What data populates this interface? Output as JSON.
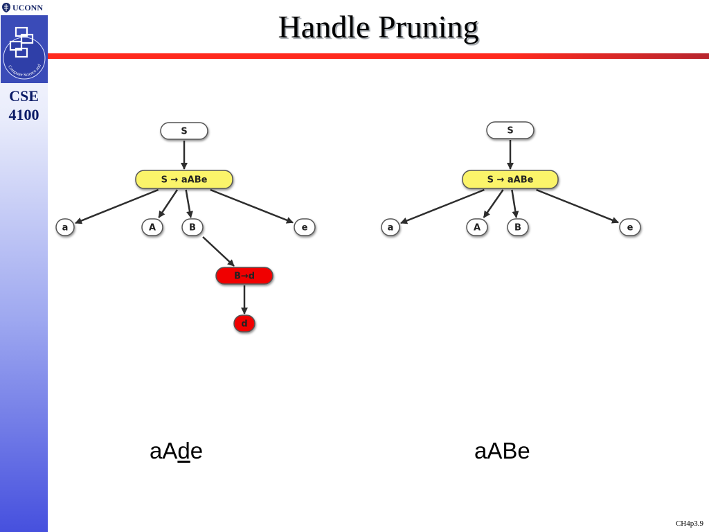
{
  "branding": {
    "university": "UCONN",
    "course_line1": "CSE",
    "course_line2": "4100",
    "emblem_text": "Computer Science and Engineering"
  },
  "slide": {
    "title": "Handle Pruning",
    "number": "CH4p3.9"
  },
  "colors": {
    "title_rule": "#ff2a1e",
    "node_default": "#ffffff",
    "node_production": "#fbf46a",
    "node_pruned": "#f00000",
    "pruned_leaf_text": "#6a5aff"
  },
  "trees": [
    {
      "nodes": [
        {
          "id": "S",
          "label": "S"
        },
        {
          "id": "P1",
          "label": "S → aABe"
        },
        {
          "id": "a",
          "label": "a"
        },
        {
          "id": "A",
          "label": "A"
        },
        {
          "id": "B",
          "label": "B"
        },
        {
          "id": "e",
          "label": "e"
        },
        {
          "id": "P2",
          "label": "B→d"
        },
        {
          "id": "d",
          "label": "d"
        }
      ],
      "edges": [
        [
          "S",
          "P1"
        ],
        [
          "P1",
          "a"
        ],
        [
          "P1",
          "A"
        ],
        [
          "P1",
          "B"
        ],
        [
          "P1",
          "e"
        ],
        [
          "B",
          "P2"
        ],
        [
          "P2",
          "d"
        ]
      ],
      "caption": {
        "before": "aA",
        "handle": "d",
        "after": "e"
      }
    },
    {
      "nodes": [
        {
          "id": "S",
          "label": "S"
        },
        {
          "id": "P1",
          "label": "S → aABe"
        },
        {
          "id": "a",
          "label": "a"
        },
        {
          "id": "A",
          "label": "A"
        },
        {
          "id": "B",
          "label": "B"
        },
        {
          "id": "e",
          "label": "e"
        }
      ],
      "edges": [
        [
          "S",
          "P1"
        ],
        [
          "P1",
          "a"
        ],
        [
          "P1",
          "A"
        ],
        [
          "P1",
          "B"
        ],
        [
          "P1",
          "e"
        ]
      ],
      "caption": {
        "before": "aABe",
        "handle": "",
        "after": ""
      }
    }
  ]
}
